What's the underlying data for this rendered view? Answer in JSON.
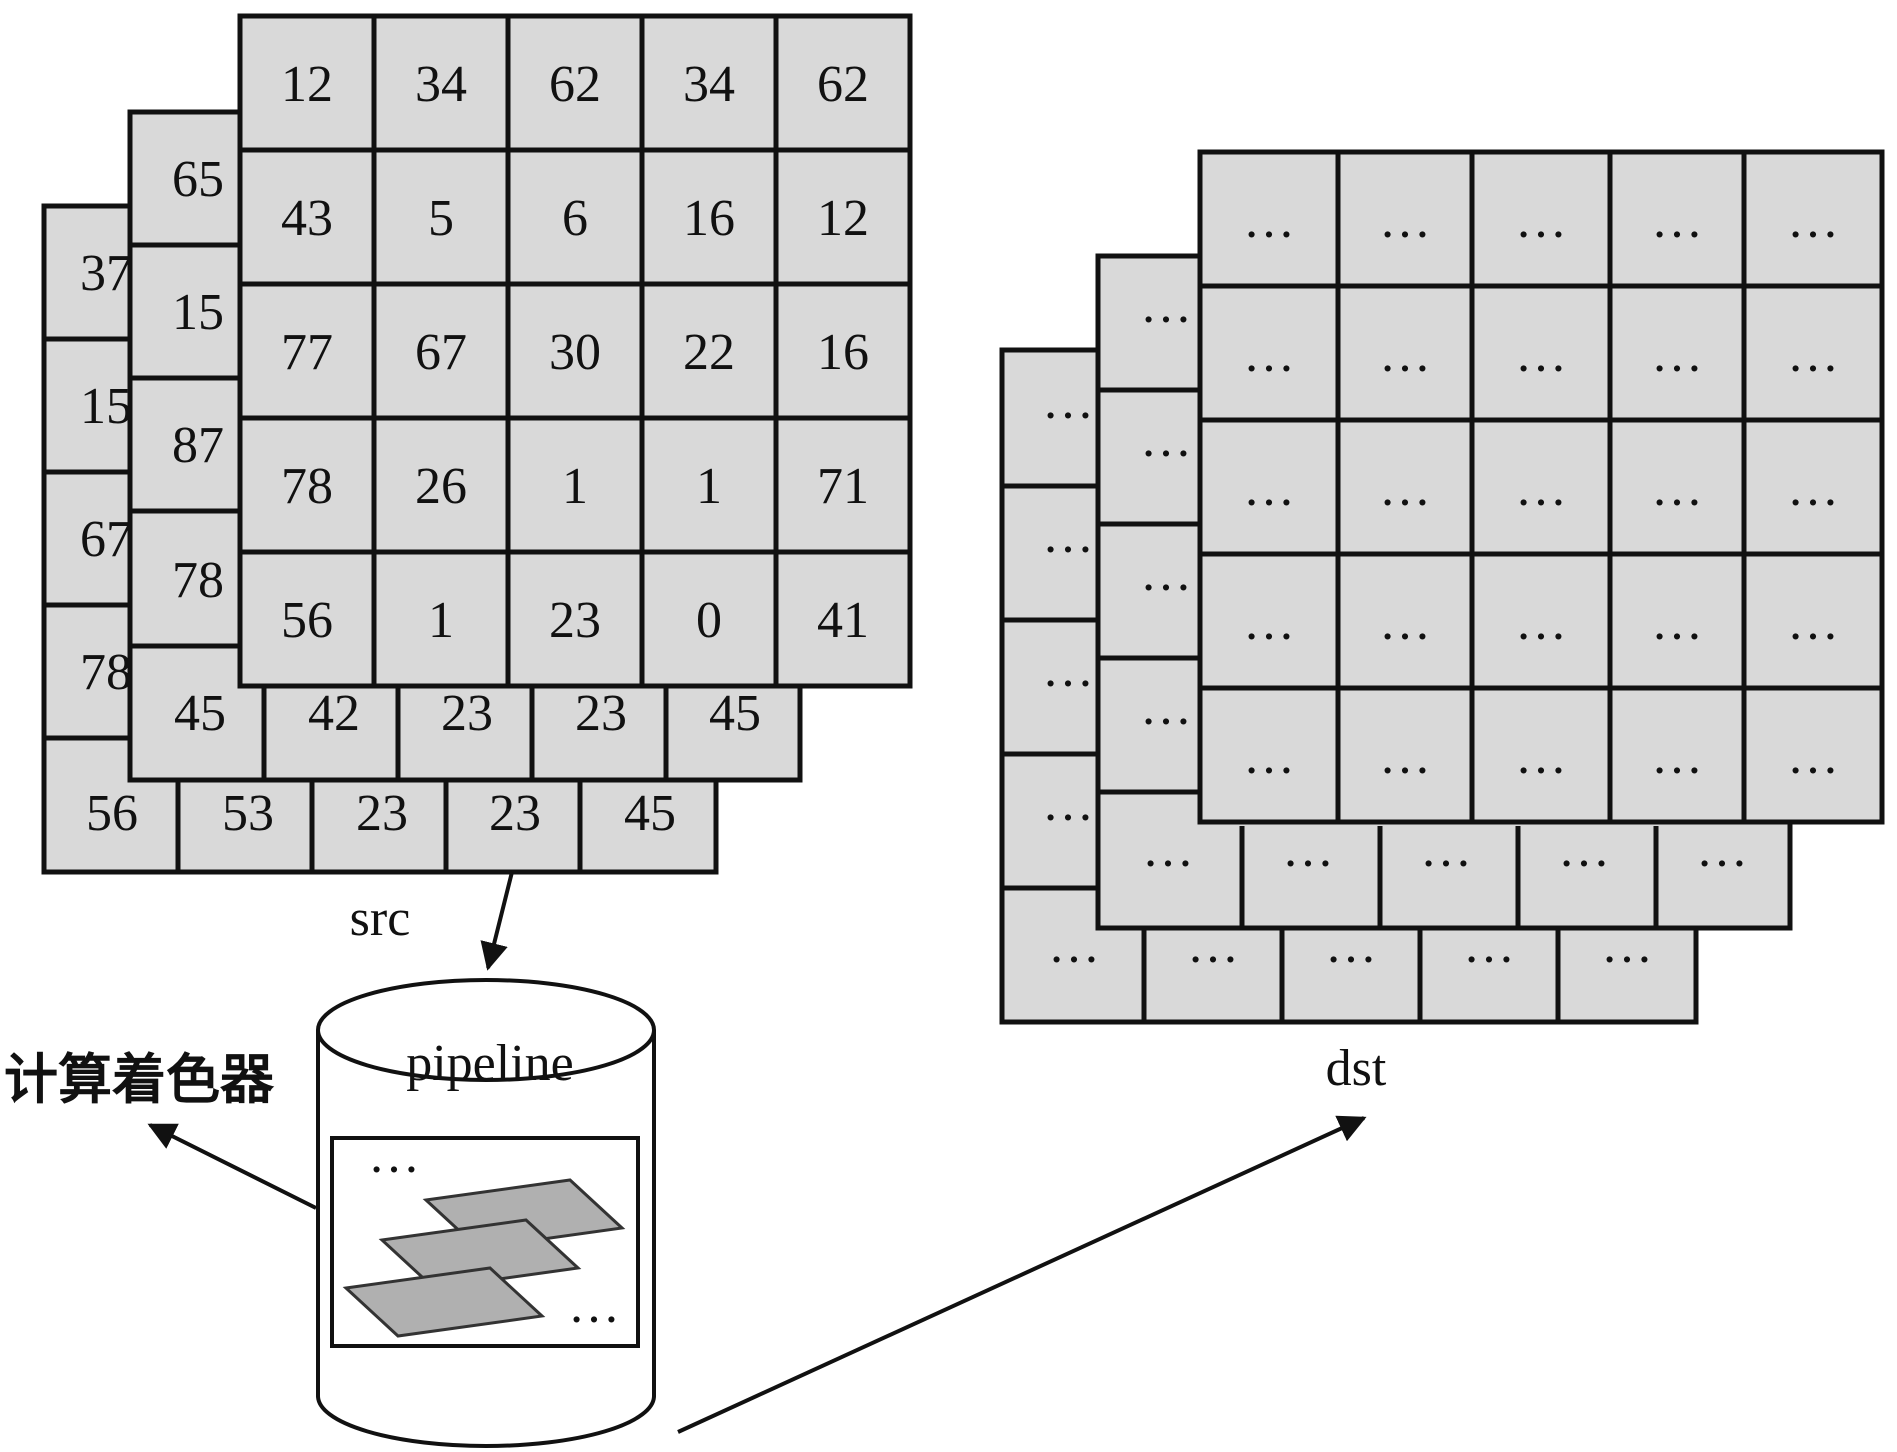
{
  "src": {
    "label": "src",
    "layers": [
      {
        "rows": [
          [
            "12",
            "34",
            "62",
            "34",
            "62"
          ],
          [
            "43",
            "5",
            "6",
            "16",
            "12"
          ],
          [
            "77",
            "67",
            "30",
            "22",
            "16"
          ],
          [
            "78",
            "26",
            "1",
            "1",
            "71"
          ],
          [
            "56",
            "1",
            "23",
            "0",
            "41"
          ]
        ]
      },
      {
        "left_column": [
          "65",
          "15",
          "87",
          "78"
        ],
        "bottom_row": [
          "45",
          "42",
          "23",
          "23",
          "45"
        ]
      },
      {
        "left_column": [
          "37",
          "15",
          "67",
          "78"
        ],
        "bottom_row": [
          "56",
          "53",
          "23",
          "23",
          "45"
        ]
      }
    ]
  },
  "dst": {
    "label": "dst",
    "cell_text": "…"
  },
  "pipeline": {
    "label": "pipeline",
    "ellipsis_top": "…",
    "ellipsis_bottom": "…"
  },
  "compute_shader_label": "计算着色器",
  "colors": {
    "cell_fill": "#d9d9d9",
    "border": "#111111",
    "pipeline_plane": "#b0b0b0"
  }
}
